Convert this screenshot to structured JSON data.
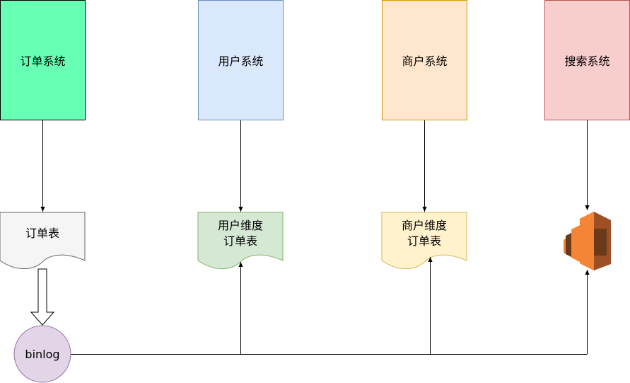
{
  "systems": [
    {
      "label": "订单系统",
      "fill": "#66FFB3",
      "stroke": "#000000"
    },
    {
      "label": "用户系统",
      "fill": "#DAE8FC",
      "stroke": "#6C8EBF"
    },
    {
      "label": "商户系统",
      "fill": "#FFE6CC",
      "stroke": "#D79B00"
    },
    {
      "label": "搜索系统",
      "fill": "#F8CECC",
      "stroke": "#B85450"
    }
  ],
  "tables": [
    {
      "lines": [
        "订单表"
      ],
      "fill": "#F5F5F5",
      "stroke": "#666666"
    },
    {
      "lines": [
        "用户维度",
        "订单表"
      ],
      "fill": "#D5E8D4",
      "stroke": "#82B366"
    },
    {
      "lines": [
        "商户维度",
        "订单表"
      ],
      "fill": "#FFF2CC",
      "stroke": "#D6B656"
    }
  ],
  "search_engine": {
    "icon": "elasticsearch-icon",
    "colors": [
      "#F58536",
      "#9D5025",
      "#6B3A19"
    ]
  },
  "binlog": {
    "label": "binlog",
    "fill": "#E1D5E7",
    "stroke": "#9673A6"
  }
}
